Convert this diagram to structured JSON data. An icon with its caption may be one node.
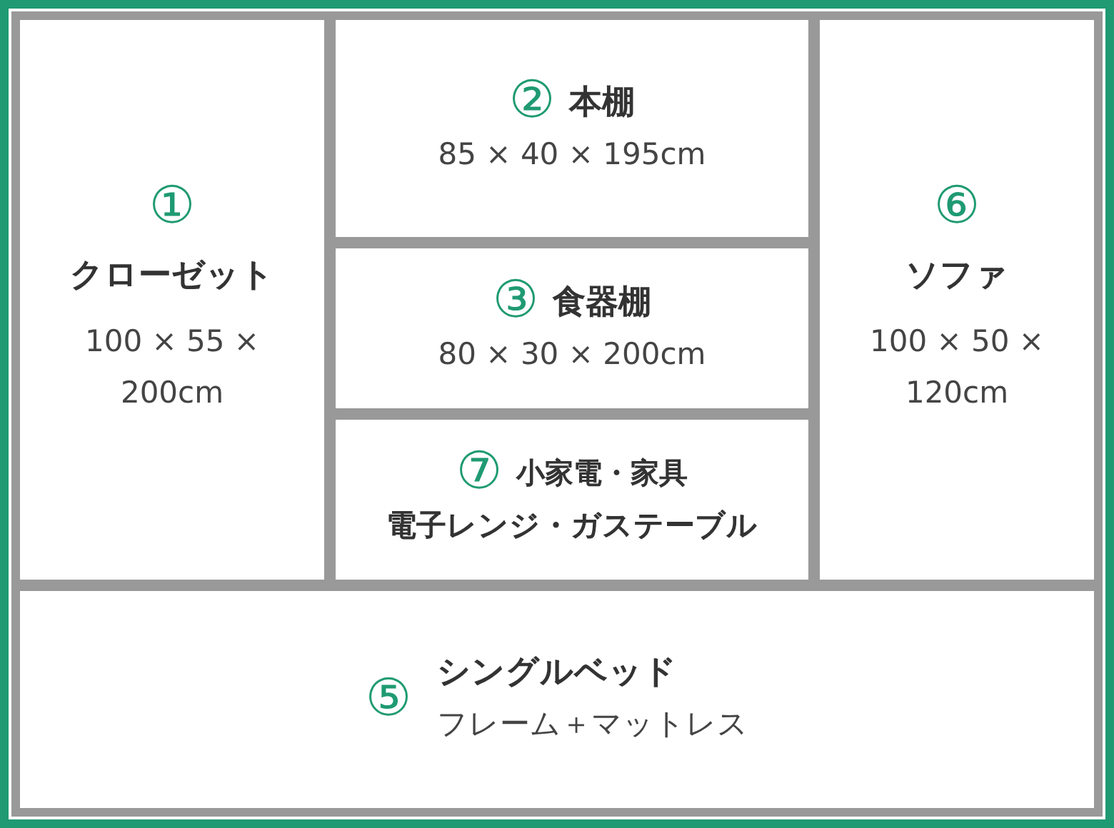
{
  "diagram": {
    "nodes": [
      {
        "text": [
          "①",
          "クローゼット",
          "100 × 55 × 200cm"
        ]
      },
      {
        "text": [
          "②",
          "本棚",
          "85 × 40 × 195cm"
        ]
      },
      {
        "text": [
          "⑥",
          "ソファ",
          "100 × 50 × 120cm"
        ]
      },
      {
        "text": [
          "③",
          "食器棚",
          "80 × 30 × 200cm"
        ]
      },
      {
        "text": [
          "⑦",
          "小家電・家具",
          "電子レンジ・ガステーブル"
        ]
      },
      {
        "text": [
          "⑤",
          "シングルベッド",
          "フレーム＋マットレス"
        ]
      }
    ]
  }
}
